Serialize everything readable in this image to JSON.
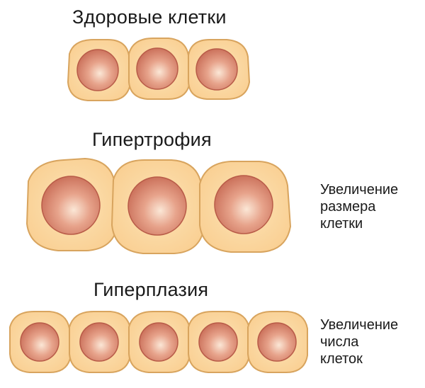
{
  "sections": {
    "healthy": {
      "title": "Здоровые клетки"
    },
    "hypertrophy": {
      "title": "Гипертрофия",
      "caption": [
        "Увеличение",
        "размера",
        "клетки"
      ]
    },
    "hyperplasia": {
      "title": "Гиперплазия",
      "caption": [
        "Увеличение",
        "числа",
        "клеток"
      ]
    }
  },
  "colors": {
    "cell_fill": "#fbd9a4",
    "cell_stroke": "#d8a45e",
    "nucleus_center": "#fbe7d6",
    "nucleus_edge": "#c86c56",
    "nucleus_stroke": "#b85b48",
    "text": "#1a1a1a"
  }
}
